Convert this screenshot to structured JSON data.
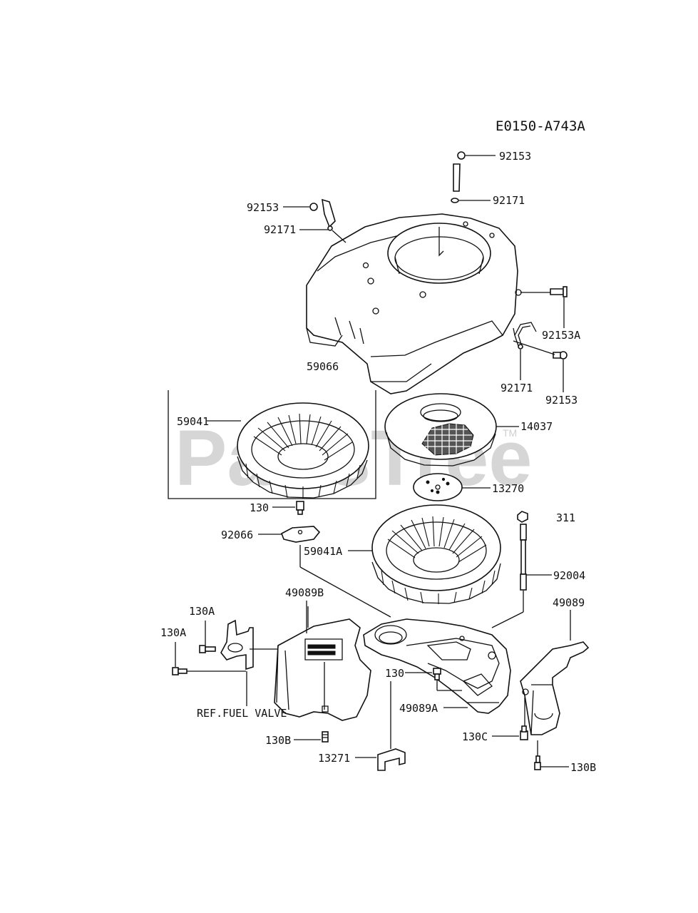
{
  "diagram": {
    "ref_code": "E0150-A743A",
    "watermark": "PartsTree",
    "trademark": "TM",
    "callouts": {
      "c_92153_top": "92153",
      "c_92171_top": "92171",
      "c_92153_left": "92153",
      "c_92171_left": "92171",
      "c_92153A": "92153A",
      "c_92171_right": "92171",
      "c_92153_right": "92153",
      "c_59066": "59066",
      "c_59041": "59041",
      "c_14037": "14037",
      "c_13270": "13270",
      "c_130_top": "130",
      "c_311": "311",
      "c_92066": "92066",
      "c_59041A": "59041A",
      "c_92004": "92004",
      "c_49089B": "49089B",
      "c_49089": "49089",
      "c_130A_1": "130A",
      "c_130A_2": "130A",
      "c_130_mid": "130",
      "c_ref_fuel_valve": "REF.FUEL VALVE",
      "c_49089A": "49089A",
      "c_130B_left": "130B",
      "c_130C": "130C",
      "c_13271": "13271",
      "c_130B_right": "130B"
    }
  }
}
